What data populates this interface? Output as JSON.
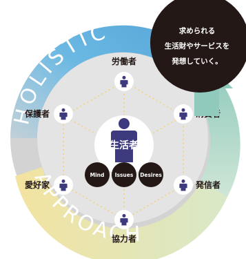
{
  "diagram": {
    "ring_text": "HOLISTIC APPROACH",
    "center_label": "生活者",
    "badges": [
      "Mind",
      "Issues",
      "Desires"
    ],
    "roles": [
      "労働者",
      "消費者",
      "発信者",
      "協力者",
      "愛好家",
      "保護者"
    ],
    "callout_lines": [
      "求められる",
      "生活財やサービスを",
      "発想していく。"
    ]
  },
  "colors": {
    "ring_gray": "#d5d5d5",
    "inner_disc": "#e4e4e4",
    "ring_blue": "#6bb8e3",
    "ring_teal": "#8fcabd",
    "ring_yellow": "#f2e4a3",
    "figure": "#3e3a7e",
    "callout_bg": "#231815",
    "dotted": "#f5d98f"
  },
  "icons": {
    "person": "person-icon",
    "arrow": "up-arrow-icon"
  }
}
